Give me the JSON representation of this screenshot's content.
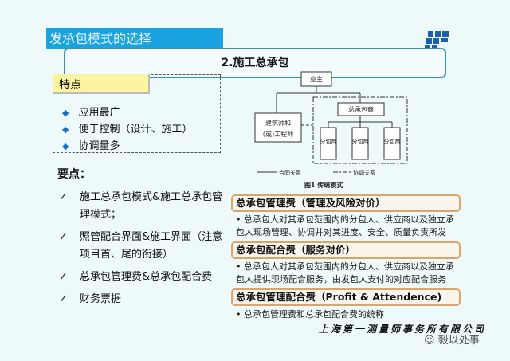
{
  "header": {
    "title": "发承包模式的选择",
    "subtitle": "2.施工总承包"
  },
  "features": {
    "label": "特点",
    "items": [
      "应用最广",
      "便于控制（设计、施工）",
      "协调量多"
    ]
  },
  "key_points": {
    "label": "要点：",
    "items": [
      "施工总承包模式&施工总承包管理模式；",
      "照管配合界面&施工界面（注意项目首、尾的衔接）",
      "总承包管理费&总承包配合费",
      "财务票据"
    ]
  },
  "diagram": {
    "owner": "业主",
    "gc": "总承包商",
    "architect_line1": "建筑师和",
    "architect_line2": "(或)工程师",
    "sub": "分包商",
    "legend_contract": "合同关系",
    "legend_coord": "协调关系",
    "caption": "图1  传统模式"
  },
  "fees": [
    {
      "title": "总承包管理费（管理及风险对价）",
      "desc": "• 总承包人对其承包范围内的分包人、供应商以及独立承包人现场管理、协调并对其进度、安全、质量负责所发"
    },
    {
      "title": "总承包配合费（服务对价）",
      "desc": "• 总承包人对其承包范围内的分包人、供应商以及独立承包人提供现场配合服务，由发包人支付的对应配合服务"
    },
    {
      "title": "总承包管理配合费（Profit & Attendence)",
      "desc": "• 总承包管理费和总承包配合费的统称"
    }
  ],
  "signature": "上海第一测量师事务所有限公司",
  "watermark": "毅以处事",
  "colors": {
    "title_bg": "#1aa3e0",
    "fee_border": "#d9a56b",
    "feature_bg": "#fbf4a0"
  }
}
